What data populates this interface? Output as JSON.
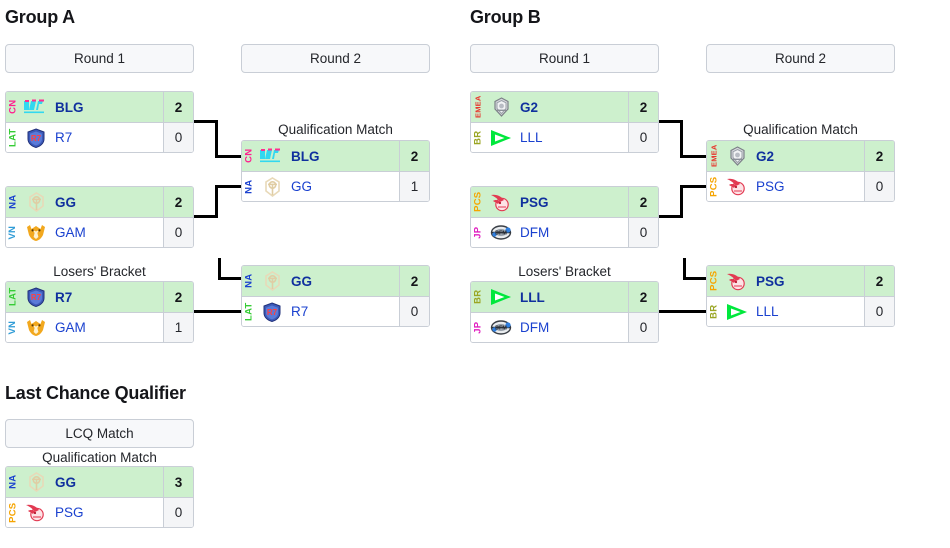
{
  "page": {
    "sections": [
      {
        "id": "group-a",
        "title": "Group A"
      },
      {
        "id": "group-b",
        "title": "Group B"
      },
      {
        "id": "lcq",
        "title": "Last Chance Qualifier"
      }
    ]
  },
  "colors": {
    "winner_row_bg": "#cdf0cd",
    "header_bg": "#f7f8fa",
    "border": "#c9ced6",
    "team_link": "#1a41cf",
    "score_bg": "#f4f5f7",
    "connector": "#000000",
    "region_CN": "#ff1f8f",
    "region_LAT": "#35cc35",
    "region_NA": "#1a41cf",
    "region_VN": "#2e9bd6",
    "region_EMEA": "#e8352c",
    "region_BR": "#9aa523",
    "region_PCS": "#f5a400",
    "region_JP": "#e01fc0"
  },
  "group_a": {
    "title": "Group A",
    "round1_label": "Round 1",
    "round2_label": "Round 2",
    "qualification_label": "Qualification Match",
    "losers_label": "Losers' Bracket",
    "matches": {
      "r1m1": {
        "name": "group-a-round1-match1",
        "rows": [
          {
            "region": "CN",
            "logo": "blg-logo",
            "team": "BLG",
            "score": "2",
            "winner": true
          },
          {
            "region": "LAT",
            "logo": "r7-logo",
            "team": "R7",
            "score": "0",
            "winner": false
          }
        ]
      },
      "r1m2": {
        "name": "group-a-round1-match2",
        "rows": [
          {
            "region": "NA",
            "logo": "gg-logo",
            "team": "GG",
            "score": "2",
            "winner": true
          },
          {
            "region": "VN",
            "logo": "gam-logo",
            "team": "GAM",
            "score": "0",
            "winner": false
          }
        ]
      },
      "qual": {
        "name": "group-a-qualification-match",
        "rows": [
          {
            "region": "CN",
            "logo": "blg-logo",
            "team": "BLG",
            "score": "2",
            "winner": true
          },
          {
            "region": "NA",
            "logo": "gg-logo",
            "team": "GG",
            "score": "1",
            "winner": false
          }
        ]
      },
      "losers": {
        "name": "group-a-losers-match",
        "rows": [
          {
            "region": "LAT",
            "logo": "r7-logo",
            "team": "R7",
            "score": "2",
            "winner": true
          },
          {
            "region": "VN",
            "logo": "gam-logo",
            "team": "GAM",
            "score": "1",
            "winner": false
          }
        ]
      },
      "elim": {
        "name": "group-a-elimination-match",
        "rows": [
          {
            "region": "NA",
            "logo": "gg-logo",
            "team": "GG",
            "score": "2",
            "winner": true
          },
          {
            "region": "LAT",
            "logo": "r7-logo",
            "team": "R7",
            "score": "0",
            "winner": false
          }
        ]
      }
    }
  },
  "group_b": {
    "title": "Group B",
    "round1_label": "Round 1",
    "round2_label": "Round 2",
    "qualification_label": "Qualification Match",
    "losers_label": "Losers' Bracket",
    "matches": {
      "r1m1": {
        "name": "group-b-round1-match1",
        "rows": [
          {
            "region": "EMEA",
            "logo": "g2-logo",
            "team": "G2",
            "score": "2",
            "winner": true
          },
          {
            "region": "BR",
            "logo": "lll-logo",
            "team": "LLL",
            "score": "0",
            "winner": false
          }
        ]
      },
      "r1m2": {
        "name": "group-b-round1-match2",
        "rows": [
          {
            "region": "PCS",
            "logo": "psg-logo",
            "team": "PSG",
            "score": "2",
            "winner": true
          },
          {
            "region": "JP",
            "logo": "dfm-logo",
            "team": "DFM",
            "score": "0",
            "winner": false
          }
        ]
      },
      "qual": {
        "name": "group-b-qualification-match",
        "rows": [
          {
            "region": "EMEA",
            "logo": "g2-logo",
            "team": "G2",
            "score": "2",
            "winner": true
          },
          {
            "region": "PCS",
            "logo": "psg-logo",
            "team": "PSG",
            "score": "0",
            "winner": false
          }
        ]
      },
      "losers": {
        "name": "group-b-losers-match",
        "rows": [
          {
            "region": "BR",
            "logo": "lll-logo",
            "team": "LLL",
            "score": "2",
            "winner": true
          },
          {
            "region": "JP",
            "logo": "dfm-logo",
            "team": "DFM",
            "score": "0",
            "winner": false
          }
        ]
      },
      "elim": {
        "name": "group-b-elimination-match",
        "rows": [
          {
            "region": "PCS",
            "logo": "psg-logo",
            "team": "PSG",
            "score": "2",
            "winner": true
          },
          {
            "region": "BR",
            "logo": "lll-logo",
            "team": "LLL",
            "score": "0",
            "winner": false
          }
        ]
      }
    }
  },
  "lcq": {
    "title": "Last Chance Qualifier",
    "match_header_label": "LCQ Match",
    "qualification_label": "Qualification Match",
    "matches": {
      "final": {
        "name": "lcq-qualification-match",
        "rows": [
          {
            "region": "NA",
            "logo": "gg-logo",
            "team": "GG",
            "score": "3",
            "winner": true
          },
          {
            "region": "PCS",
            "logo": "psg-logo",
            "team": "PSG",
            "score": "0",
            "winner": false
          }
        ]
      }
    }
  }
}
